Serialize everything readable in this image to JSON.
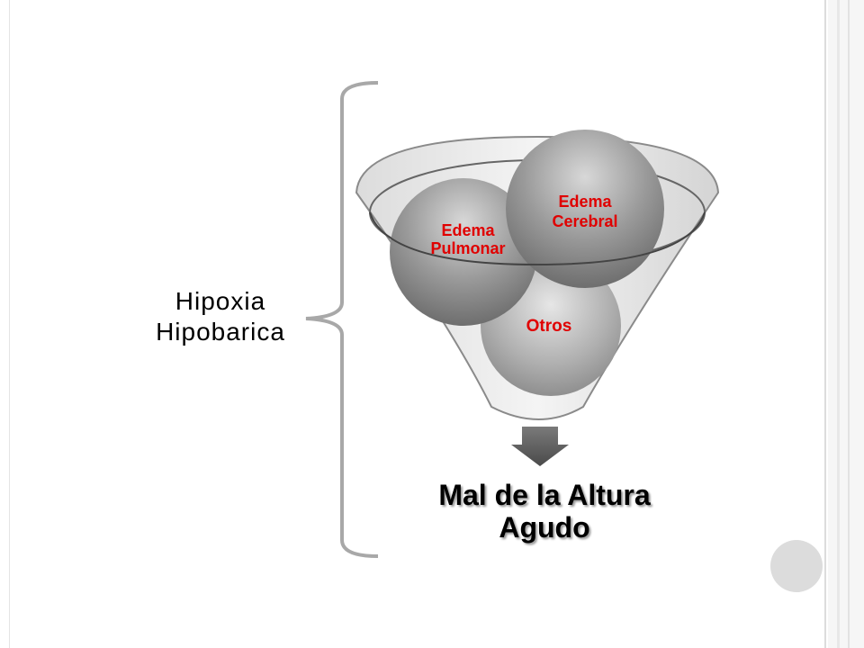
{
  "left_label": {
    "line1": "Hipoxia",
    "line2": "Hipobarica"
  },
  "funnel": {
    "items": [
      {
        "line1": "Edema",
        "line2": "Pulmonar",
        "color": "#e00000"
      },
      {
        "line1": "Edema",
        "line2": "Cerebral",
        "color": "#e00000"
      },
      {
        "line1": "Otros",
        "color": "#e00000"
      }
    ]
  },
  "result": {
    "line1": "Mal de la Altura",
    "line2": "Agudo"
  }
}
